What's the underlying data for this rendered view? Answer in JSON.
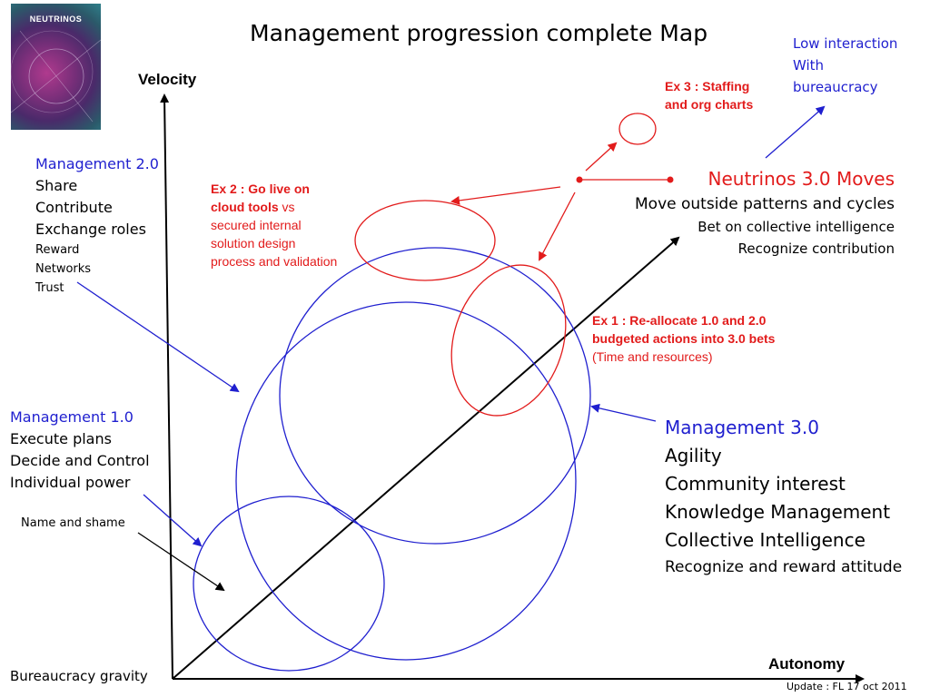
{
  "thumbnail": {
    "label": "NEUTRINOS"
  },
  "title": "Management  progression complete Map",
  "axes": {
    "y_label": "Velocity",
    "x_label": "Autonomy",
    "origin_label": "Bureaucracy gravity"
  },
  "management_2": {
    "title": "Management 2.0",
    "items": [
      "Share",
      "Contribute",
      "Exchange roles",
      "Reward",
      "Networks",
      "Trust"
    ]
  },
  "management_1": {
    "title": "Management 1.0",
    "items": [
      "Execute plans",
      "Decide and Control",
      "Individual power"
    ],
    "note": "Name and shame"
  },
  "management_3": {
    "title": "Management 3.0",
    "items": [
      "Agility",
      "Community interest",
      "Knowledge Management",
      "Collective Intelligence",
      "Recognize and reward attitude"
    ]
  },
  "neutrinos": {
    "title": "Neutrinos 3.0 Moves",
    "items": [
      "Move outside patterns and cycles",
      "Bet on collective intelligence",
      "Recognize contribution"
    ]
  },
  "low_interaction": {
    "lines": [
      "Low interaction",
      "With",
      "bureaucracy"
    ]
  },
  "ex1": {
    "bold_lines": [
      "Ex 1 : Re-allocate 1.0 and 2.0",
      "budgeted actions into 3.0 bets"
    ],
    "normal": "(Time and resources)"
  },
  "ex2": {
    "bold1": "Ex 2 : Go live on",
    "bold2": "cloud tools",
    "vs": " vs",
    "lines": [
      "secured internal",
      "solution design",
      "process and validation"
    ]
  },
  "ex3": {
    "lines": [
      "Ex 3 : Staffing",
      "and org charts"
    ]
  },
  "footer": {
    "update": "Update : FL  17 oct 2011"
  },
  "colors": {
    "blue": "#1f1fcf",
    "red": "#e21b1b",
    "black": "#000000"
  }
}
